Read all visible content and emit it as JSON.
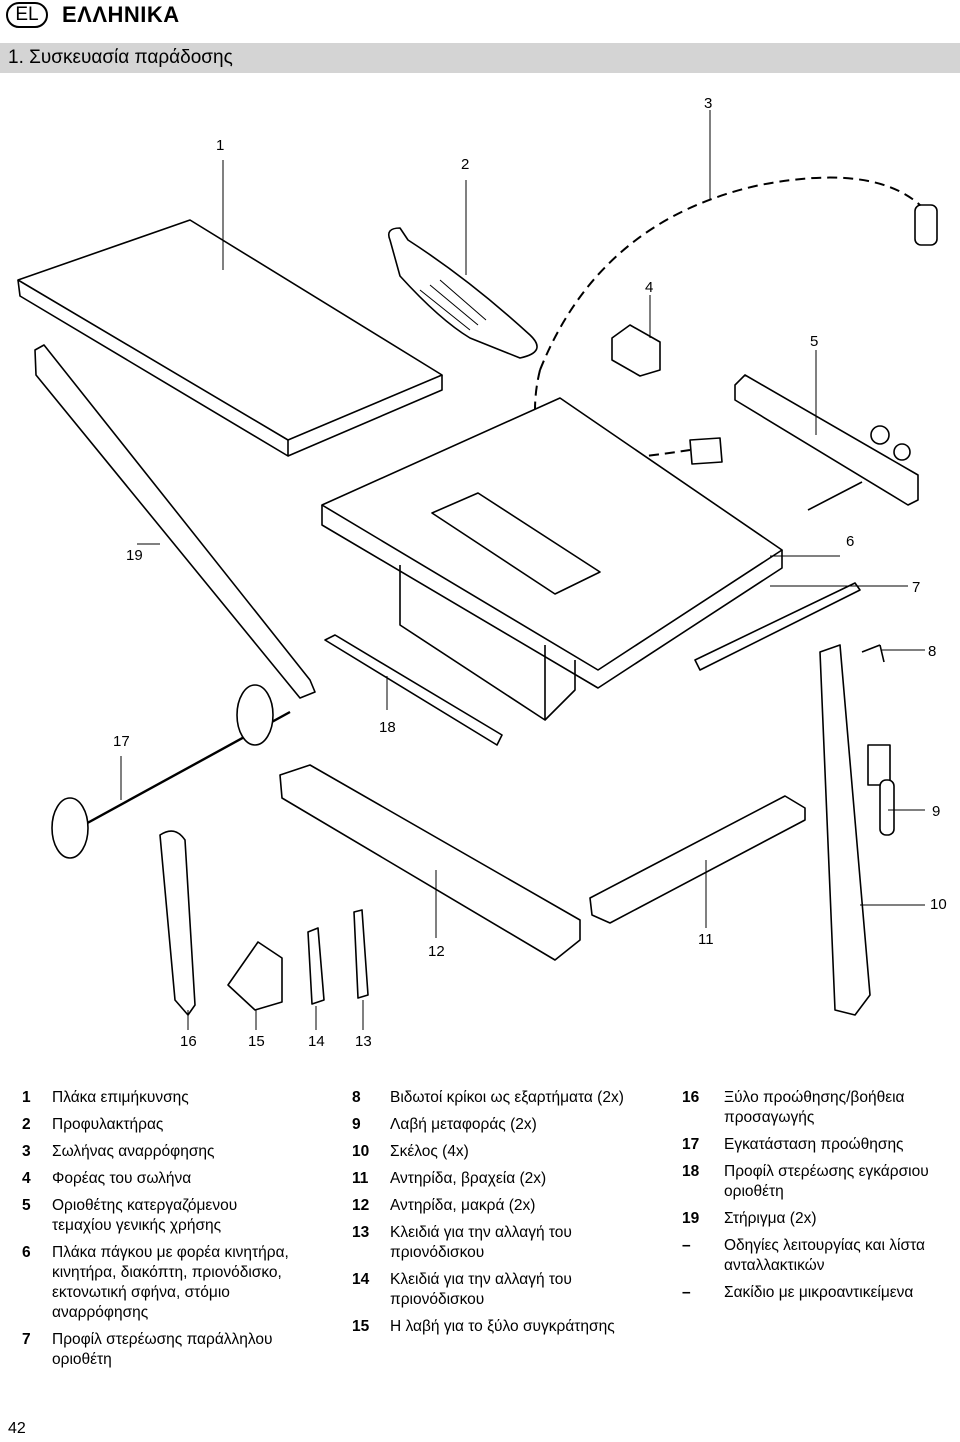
{
  "header": {
    "lang_code": "EL",
    "lang_name": "ΕΛΛΗΝΙΚΑ"
  },
  "section": {
    "title": "1.   Συσκευασία παράδοσης"
  },
  "callouts": [
    "1",
    "2",
    "3",
    "4",
    "5",
    "6",
    "7",
    "8",
    "9",
    "10",
    "11",
    "12",
    "13",
    "14",
    "15",
    "16",
    "17",
    "18",
    "19"
  ],
  "legend": {
    "col1": [
      {
        "num": "1",
        "text": "Πλάκα επιμήκυνσης"
      },
      {
        "num": "2",
        "text": "Προφυλακτήρας"
      },
      {
        "num": "3",
        "text": "Σωλήνας αναρρόφησης"
      },
      {
        "num": "4",
        "text": "Φορέας του σωλήνα"
      },
      {
        "num": "5",
        "text": "Οριοθέτης κατεργαζόμενου τεμαχίου γενικής χρήσης"
      },
      {
        "num": "6",
        "text": "Πλάκα πάγκου με φορέα κινητήρα, κινητήρα, διακόπτη, πριονόδισκο, εκτονωτική σφήνα, στόμιο αναρρόφησης"
      },
      {
        "num": "7",
        "text": "Προφίλ στερέωσης παράλληλου οριοθέτη"
      }
    ],
    "col2": [
      {
        "num": "8",
        "text": "Βιδωτοί κρίκοι ως εξαρτήματα (2x)"
      },
      {
        "num": "9",
        "text": "Λαβή μεταφοράς (2x)"
      },
      {
        "num": "10",
        "text": "Σκέλος (4x)"
      },
      {
        "num": "11",
        "text": "Αντηρίδα, βραχεία (2x)"
      },
      {
        "num": "12",
        "text": "Αντηρίδα, μακρά (2x)"
      },
      {
        "num": "13",
        "text": "Κλειδιά για την αλλαγή του πριονόδισκου"
      },
      {
        "num": "14",
        "text": "Κλειδιά για την αλλαγή του πριονόδισκου"
      },
      {
        "num": "15",
        "text": "Η λαβή για το ξύλο συγκράτησης"
      }
    ],
    "col3": [
      {
        "num": "16",
        "text": "Ξύλο προώθησης/βοήθεια προσαγωγής"
      },
      {
        "num": "17",
        "text": "Εγκατάσταση προώθησης"
      },
      {
        "num": "18",
        "text": "Προφίλ στερέωσης εγκάρσιου οριοθέτη"
      },
      {
        "num": "19",
        "text": "Στήριγμα (2x)"
      },
      {
        "num": "–",
        "text": "Οδηγίες λειτουργίας και λίστα ανταλλακτικών"
      },
      {
        "num": "–",
        "text": "Σακίδιο με μικροαντικείμενα"
      }
    ]
  },
  "page_number": "42"
}
